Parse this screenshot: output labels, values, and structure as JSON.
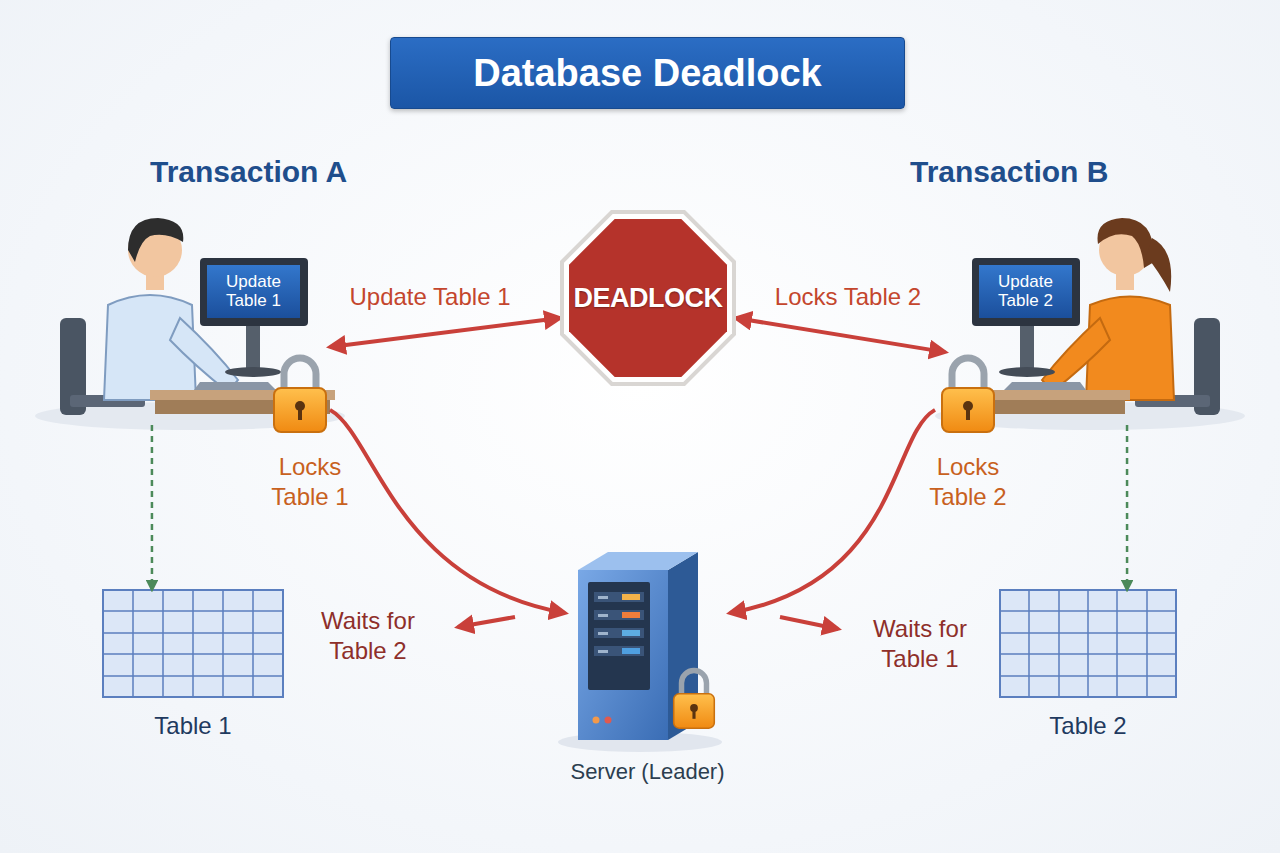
{
  "diagram": {
    "title": "Database Deadlock",
    "nodes": [
      {
        "text": [
          "Transaction A"
        ]
      },
      {
        "text": [
          "Update Table 1"
        ],
        "in": 0
      },
      {
        "text": [
          "DEADLOCK"
        ]
      },
      {
        "text": [
          "Transaction B"
        ]
      },
      {
        "text": [
          "Update Table 2"
        ],
        "in": 3
      },
      {
        "text": [
          "Table 1"
        ]
      },
      {
        "text": [
          "Server (Leader)"
        ]
      },
      {
        "text": [
          "Table 2"
        ]
      }
    ],
    "edges": [
      {
        "from": 0,
        "to": 2,
        "label": "Update Table 1",
        "arrow": "both"
      },
      {
        "from": 2,
        "to": 3,
        "label": "Locks Table 2",
        "arrow": "both"
      },
      {
        "from": 0,
        "to": 5,
        "arrow": "to"
      },
      {
        "from": 0,
        "to": 6,
        "label": "Waits for Table 2",
        "arrow": "to"
      },
      {
        "from": 3,
        "to": 6,
        "label": "Waits for Table 1",
        "arrow": "to"
      },
      {
        "from": 3,
        "to": 7,
        "arrow": "to"
      }
    ],
    "labels": [
      "Locks Table 1",
      "Locks Table 2"
    ]
  }
}
